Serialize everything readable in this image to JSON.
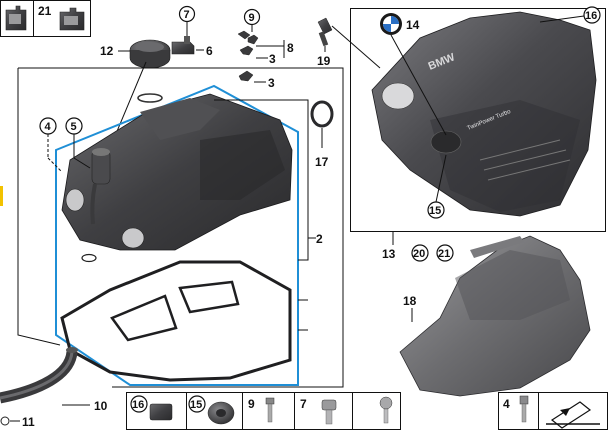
{
  "callouts": {
    "c21_top": "21",
    "c7_top": "7",
    "c9": "9",
    "c14": "14",
    "c16": "16",
    "c12": "12",
    "c6": "6",
    "c8": "8",
    "c3a": "3",
    "c3b": "3",
    "c19": "19",
    "c4": "4",
    "c5": "5",
    "c17": "17",
    "c2": "2",
    "c15_cover": "15",
    "c13": "13",
    "c20": "20",
    "c21_mid": "21",
    "c18": "18",
    "c10": "10",
    "c11": "11",
    "c16_bot": "16",
    "c15_bot": "15",
    "c9_bot": "9",
    "c7_bot": "7",
    "c4_bot": "4"
  },
  "cover_text": {
    "brand": "BMW",
    "engine_label": "TwinPower Turbo"
  },
  "colors": {
    "part_dark": "#3a3a3c",
    "part_mid": "#58585b",
    "part_light": "#8a8a8d",
    "highlight_box": "#1f8fd6",
    "emblem_blue": "#2a6fc4"
  }
}
